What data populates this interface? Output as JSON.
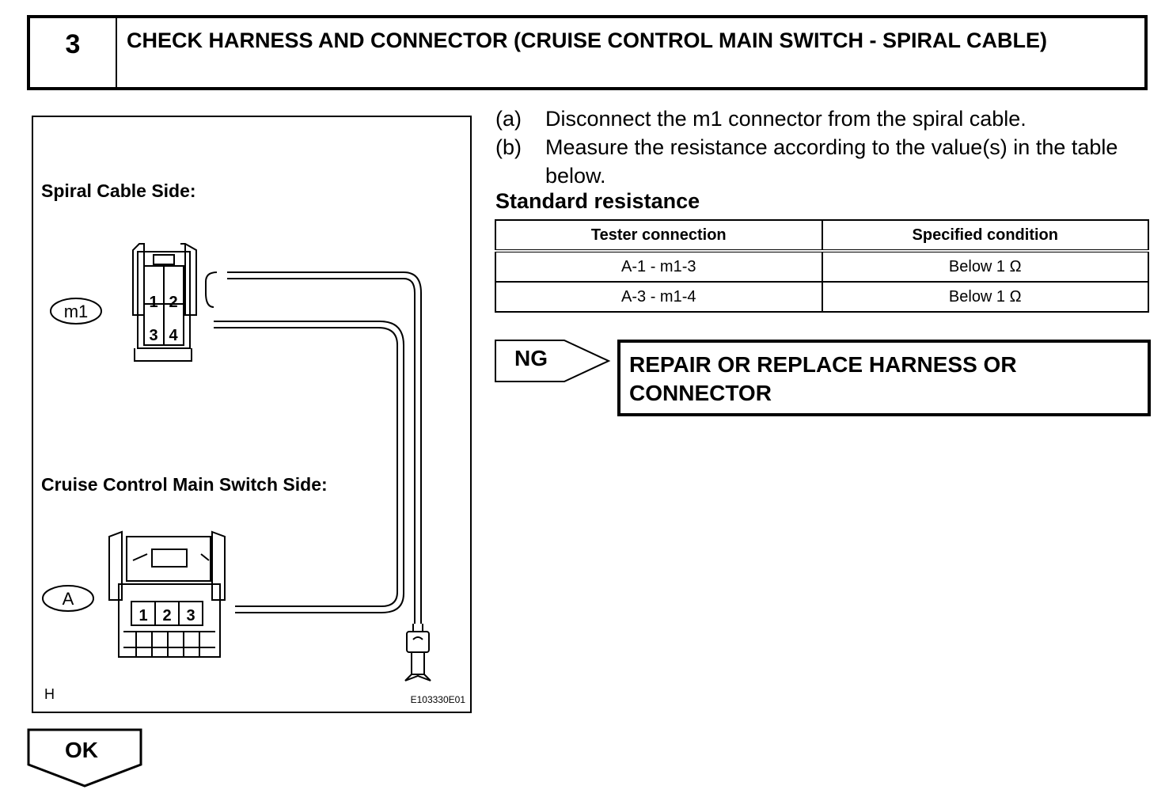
{
  "header": {
    "step_number": "3",
    "title": "CHECK HARNESS AND CONNECTOR (CRUISE CONTROL MAIN SWITCH - SPIRAL CABLE)"
  },
  "figure": {
    "spiral_cable_side_label": "Spiral Cable Side:",
    "main_switch_side_label": "Cruise Control Main Switch Side:",
    "connector_m1_tag": "m1",
    "connector_a_tag": "A",
    "m1_pins": [
      "1",
      "2",
      "3",
      "4"
    ],
    "a_pins": [
      "1",
      "2",
      "3"
    ],
    "corner_mark": "H",
    "figure_code": "E103330E01"
  },
  "steps": [
    {
      "label": "(a)",
      "text": "Disconnect the m1 connector from the spiral cable."
    },
    {
      "label": "(b)",
      "text": "Measure the resistance according to the value(s) in the table below."
    }
  ],
  "standard_heading": "Standard resistance",
  "table": {
    "headers": [
      "Tester connection",
      "Specified condition"
    ],
    "rows": [
      [
        "A-1 - m1-3",
        "Below 1 Ω"
      ],
      [
        "A-3 - m1-4",
        "Below 1 Ω"
      ]
    ]
  },
  "ng": {
    "label": "NG",
    "result": "REPAIR OR REPLACE HARNESS OR CONNECTOR"
  },
  "ok": {
    "label": "OK"
  }
}
